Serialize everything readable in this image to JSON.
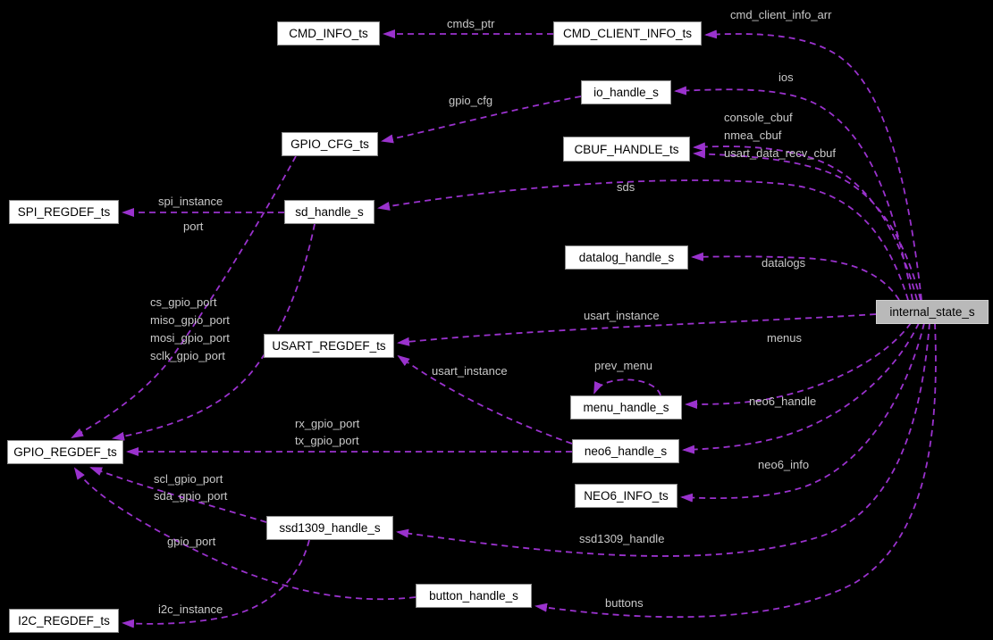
{
  "diagram": {
    "type": "collaboration-graph",
    "background_color": "#000000",
    "edge_color": "#9a32cd",
    "node_fill": "#ffffff",
    "node_border": "#8c8c8c",
    "highlight_fill": "#b9b9b9",
    "label_color": "#c9c9c9",
    "nodes": [
      {
        "id": "cmd_info",
        "label": "CMD_INFO_ts",
        "highlighted": false
      },
      {
        "id": "cmd_client_info",
        "label": "CMD_CLIENT_INFO_ts",
        "highlighted": false
      },
      {
        "id": "io_handle",
        "label": "io_handle_s",
        "highlighted": false
      },
      {
        "id": "gpio_cfg",
        "label": "GPIO_CFG_ts",
        "highlighted": false
      },
      {
        "id": "cbuf_handle",
        "label": "CBUF_HANDLE_ts",
        "highlighted": false
      },
      {
        "id": "spi_regdef",
        "label": "SPI_REGDEF_ts",
        "highlighted": false
      },
      {
        "id": "sd_handle",
        "label": "sd_handle_s",
        "highlighted": false
      },
      {
        "id": "datalog_handle",
        "label": "datalog_handle_s",
        "highlighted": false
      },
      {
        "id": "internal_state",
        "label": "internal_state_s",
        "highlighted": true
      },
      {
        "id": "usart_regdef",
        "label": "USART_REGDEF_ts",
        "highlighted": false
      },
      {
        "id": "menu_handle",
        "label": "menu_handle_s",
        "highlighted": false
      },
      {
        "id": "gpio_regdef",
        "label": "GPIO_REGDEF_ts",
        "highlighted": false
      },
      {
        "id": "neo6_handle",
        "label": "neo6_handle_s",
        "highlighted": false
      },
      {
        "id": "neo6_info",
        "label": "NEO6_INFO_ts",
        "highlighted": false
      },
      {
        "id": "ssd1309_handle",
        "label": "ssd1309_handle_s",
        "highlighted": false
      },
      {
        "id": "button_handle",
        "label": "button_handle_s",
        "highlighted": false
      },
      {
        "id": "i2c_regdef",
        "label": "I2C_REGDEF_ts",
        "highlighted": false
      }
    ],
    "edge_labels": [
      {
        "id": "cmds_ptr",
        "text": "cmds_ptr"
      },
      {
        "id": "cmd_client_info_arr",
        "text": "cmd_client_info_arr"
      },
      {
        "id": "ios",
        "text": "ios"
      },
      {
        "id": "gpio_cfg_lbl",
        "text": "gpio_cfg"
      },
      {
        "id": "console_cbuf",
        "text": "console_cbuf"
      },
      {
        "id": "nmea_cbuf",
        "text": "nmea_cbuf"
      },
      {
        "id": "usart_data_recv_cbuf",
        "text": "usart_data_recv_cbuf"
      },
      {
        "id": "sds",
        "text": "sds"
      },
      {
        "id": "spi_instance",
        "text": "spi_instance"
      },
      {
        "id": "port",
        "text": "port"
      },
      {
        "id": "datalogs",
        "text": "datalogs"
      },
      {
        "id": "cs_gpio_port",
        "text": "cs_gpio_port"
      },
      {
        "id": "miso_gpio_port",
        "text": "miso_gpio_port"
      },
      {
        "id": "mosi_gpio_port",
        "text": "mosi_gpio_port"
      },
      {
        "id": "sclk_gpio_port",
        "text": "sclk_gpio_port"
      },
      {
        "id": "usart_instance_top",
        "text": "usart_instance"
      },
      {
        "id": "menus",
        "text": "menus"
      },
      {
        "id": "prev_menu",
        "text": "prev_menu"
      },
      {
        "id": "usart_instance_mid",
        "text": "usart_instance"
      },
      {
        "id": "neo6_handle_lbl",
        "text": "neo6_handle"
      },
      {
        "id": "rx_gpio_port",
        "text": "rx_gpio_port"
      },
      {
        "id": "tx_gpio_port",
        "text": "tx_gpio_port"
      },
      {
        "id": "neo6_info_lbl",
        "text": "neo6_info"
      },
      {
        "id": "scl_gpio_port",
        "text": "scl_gpio_port"
      },
      {
        "id": "sda_gpio_port",
        "text": "sda_gpio_port"
      },
      {
        "id": "ssd1309_handle_lbl",
        "text": "ssd1309_handle"
      },
      {
        "id": "gpio_port",
        "text": "gpio_port"
      },
      {
        "id": "buttons",
        "text": "buttons"
      },
      {
        "id": "i2c_instance",
        "text": "i2c_instance"
      }
    ],
    "edges": [
      {
        "id": "cmds_ptr",
        "from": "cmd_client_info",
        "to": "cmd_info",
        "labels": [
          "cmds_ptr"
        ]
      },
      {
        "id": "cmd_client_info_arr",
        "from": "internal_state",
        "to": "cmd_client_info",
        "labels": [
          "cmd_client_info_arr"
        ]
      },
      {
        "id": "ios",
        "from": "internal_state",
        "to": "io_handle",
        "labels": [
          "ios"
        ]
      },
      {
        "id": "gpio_cfg",
        "from": "io_handle",
        "to": "gpio_cfg",
        "labels": [
          "gpio_cfg_lbl"
        ]
      },
      {
        "id": "cbufs_a",
        "from": "internal_state",
        "to": "cbuf_handle",
        "labels": [
          "console_cbuf",
          "nmea_cbuf",
          "usart_data_recv_cbuf"
        ]
      },
      {
        "id": "cbufs_b",
        "from": "internal_state",
        "to": "cbuf_handle",
        "labels": []
      },
      {
        "id": "sds",
        "from": "internal_state",
        "to": "sd_handle",
        "labels": [
          "sds"
        ]
      },
      {
        "id": "spi_instance",
        "from": "sd_handle",
        "to": "spi_regdef",
        "labels": [
          "spi_instance"
        ]
      },
      {
        "id": "port",
        "from": "gpio_cfg",
        "to": "gpio_regdef",
        "labels": [
          "port"
        ]
      },
      {
        "id": "sd_gpio",
        "from": "sd_handle",
        "to": "gpio_regdef",
        "labels": [
          "cs_gpio_port",
          "miso_gpio_port",
          "mosi_gpio_port",
          "sclk_gpio_port"
        ]
      },
      {
        "id": "datalogs",
        "from": "internal_state",
        "to": "datalog_handle",
        "labels": [
          "datalogs"
        ]
      },
      {
        "id": "usart_instance_top",
        "from": "internal_state",
        "to": "usart_regdef",
        "labels": [
          "usart_instance_top"
        ]
      },
      {
        "id": "menus",
        "from": "internal_state",
        "to": "menu_handle",
        "labels": [
          "menus"
        ]
      },
      {
        "id": "prev_menu",
        "from": "menu_handle",
        "to": "menu_handle",
        "labels": [
          "prev_menu"
        ]
      },
      {
        "id": "neo6_handle",
        "from": "internal_state",
        "to": "neo6_handle",
        "labels": [
          "neo6_handle_lbl"
        ]
      },
      {
        "id": "usart_instance_mid",
        "from": "neo6_handle",
        "to": "usart_regdef",
        "labels": [
          "usart_instance_mid"
        ]
      },
      {
        "id": "rx_tx",
        "from": "neo6_handle",
        "to": "gpio_regdef",
        "labels": [
          "rx_gpio_port",
          "tx_gpio_port"
        ]
      },
      {
        "id": "neo6_info",
        "from": "internal_state",
        "to": "neo6_info",
        "labels": [
          "neo6_info_lbl"
        ]
      },
      {
        "id": "ssd1309_handle",
        "from": "internal_state",
        "to": "ssd1309_handle",
        "labels": [
          "ssd1309_handle_lbl"
        ]
      },
      {
        "id": "scl_sda",
        "from": "ssd1309_handle",
        "to": "gpio_regdef",
        "labels": [
          "scl_gpio_port",
          "sda_gpio_port"
        ]
      },
      {
        "id": "gpio_port",
        "from": "button_handle",
        "to": "gpio_regdef",
        "labels": [
          "gpio_port"
        ]
      },
      {
        "id": "i2c_instance",
        "from": "ssd1309_handle",
        "to": "i2c_regdef",
        "labels": [
          "i2c_instance"
        ]
      },
      {
        "id": "buttons",
        "from": "internal_state",
        "to": "button_handle",
        "labels": [
          "buttons"
        ]
      }
    ]
  }
}
